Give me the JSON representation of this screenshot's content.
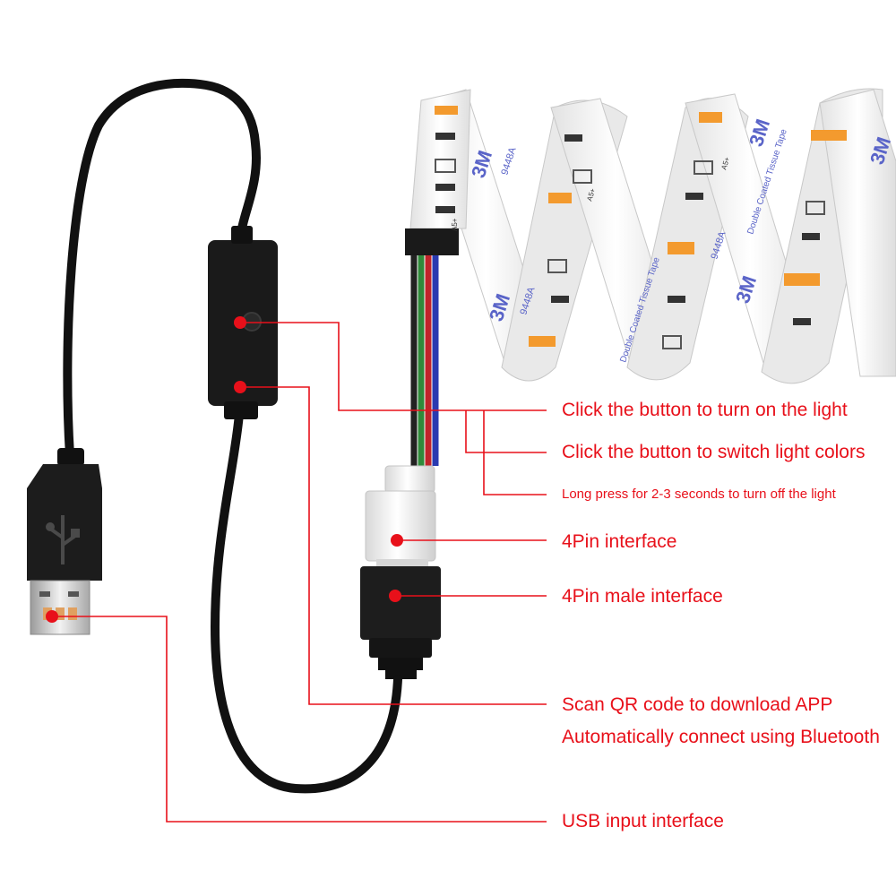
{
  "colors": {
    "callout": "#e8101a",
    "cable": "#111111",
    "strip": "#f4f4f4",
    "tape_text": "#5a64c8",
    "led": "#f39a2e",
    "wire_green": "#2f8a3a",
    "wire_red": "#c0242a",
    "wire_blue": "#2a3ab0"
  },
  "tape": {
    "brand": "3M",
    "model": "9448A",
    "description": "Double Coated Tissue Tape",
    "pad_label": "A5+"
  },
  "callouts": [
    {
      "id": "power-on",
      "text": "Click the button to turn on the light"
    },
    {
      "id": "switch-colors",
      "text": "Click the button to switch light colors"
    },
    {
      "id": "long-press",
      "text": "Long press for 2-3 seconds to turn off the light"
    },
    {
      "id": "4pin",
      "text": "4Pin interface"
    },
    {
      "id": "4pin-male",
      "text": "4Pin male interface"
    },
    {
      "id": "qr-app",
      "text": "Scan QR code to download APP"
    },
    {
      "id": "bluetooth",
      "text": "Automatically connect using Bluetooth"
    },
    {
      "id": "usb",
      "text": "USB input interface"
    }
  ],
  "icons": {
    "usb_logo": "usb-trident-icon",
    "button": "push-button-icon"
  }
}
